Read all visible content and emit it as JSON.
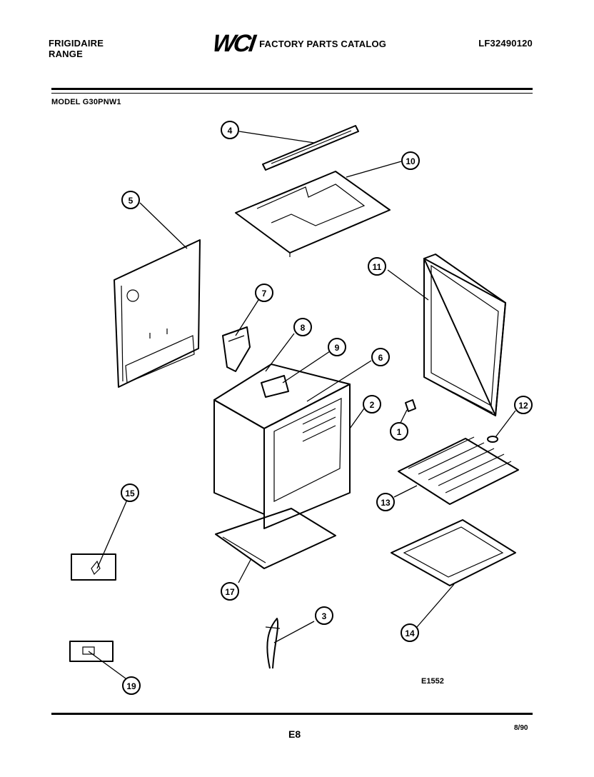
{
  "header": {
    "brand_line1": "FRIGIDAIRE",
    "brand_line2": "RANGE",
    "logo_text": "WCI",
    "catalog_title": "FACTORY PARTS CATALOG",
    "catalog_number": "LF32490120",
    "model_label": "MODEL G30PNW1"
  },
  "callouts": [
    "4",
    "10",
    "5",
    "11",
    "7",
    "8",
    "9",
    "6",
    "2",
    "1",
    "12",
    "13",
    "15",
    "17",
    "14",
    "3",
    "19"
  ],
  "footer": {
    "figure_code": "E1552",
    "page_number": "E8",
    "date": "8/90"
  }
}
